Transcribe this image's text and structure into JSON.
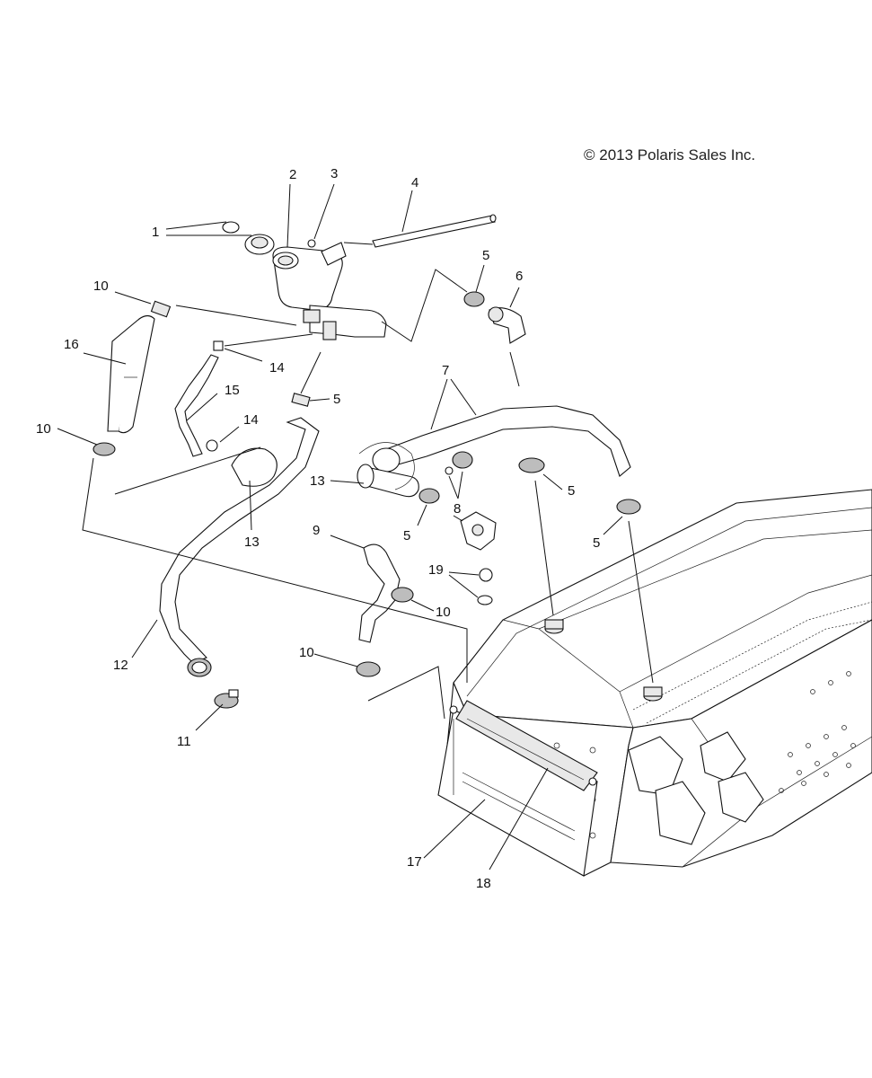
{
  "copyright": "© 2013 Polaris Sales Inc.",
  "callouts": [
    {
      "id": "c1",
      "label": "1"
    },
    {
      "id": "c2",
      "label": "2"
    },
    {
      "id": "c3",
      "label": "3"
    },
    {
      "id": "c4",
      "label": "4"
    },
    {
      "id": "c5a",
      "label": "5"
    },
    {
      "id": "c6",
      "label": "6"
    },
    {
      "id": "c10a",
      "label": "10"
    },
    {
      "id": "c16",
      "label": "16"
    },
    {
      "id": "c14a",
      "label": "14"
    },
    {
      "id": "c15",
      "label": "15"
    },
    {
      "id": "c5b",
      "label": "5"
    },
    {
      "id": "c7",
      "label": "7"
    },
    {
      "id": "c10b",
      "label": "10"
    },
    {
      "id": "c14b",
      "label": "14"
    },
    {
      "id": "c13a",
      "label": "13"
    },
    {
      "id": "c5c",
      "label": "5"
    },
    {
      "id": "c13b",
      "label": "13"
    },
    {
      "id": "c5d",
      "label": "5"
    },
    {
      "id": "c8",
      "label": "8"
    },
    {
      "id": "c5e",
      "label": "5"
    },
    {
      "id": "c9",
      "label": "9"
    },
    {
      "id": "c19",
      "label": "19"
    },
    {
      "id": "c10c",
      "label": "10"
    },
    {
      "id": "c12",
      "label": "12"
    },
    {
      "id": "c10d",
      "label": "10"
    },
    {
      "id": "c11",
      "label": "11"
    },
    {
      "id": "c17",
      "label": "17"
    },
    {
      "id": "c18",
      "label": "18"
    }
  ]
}
